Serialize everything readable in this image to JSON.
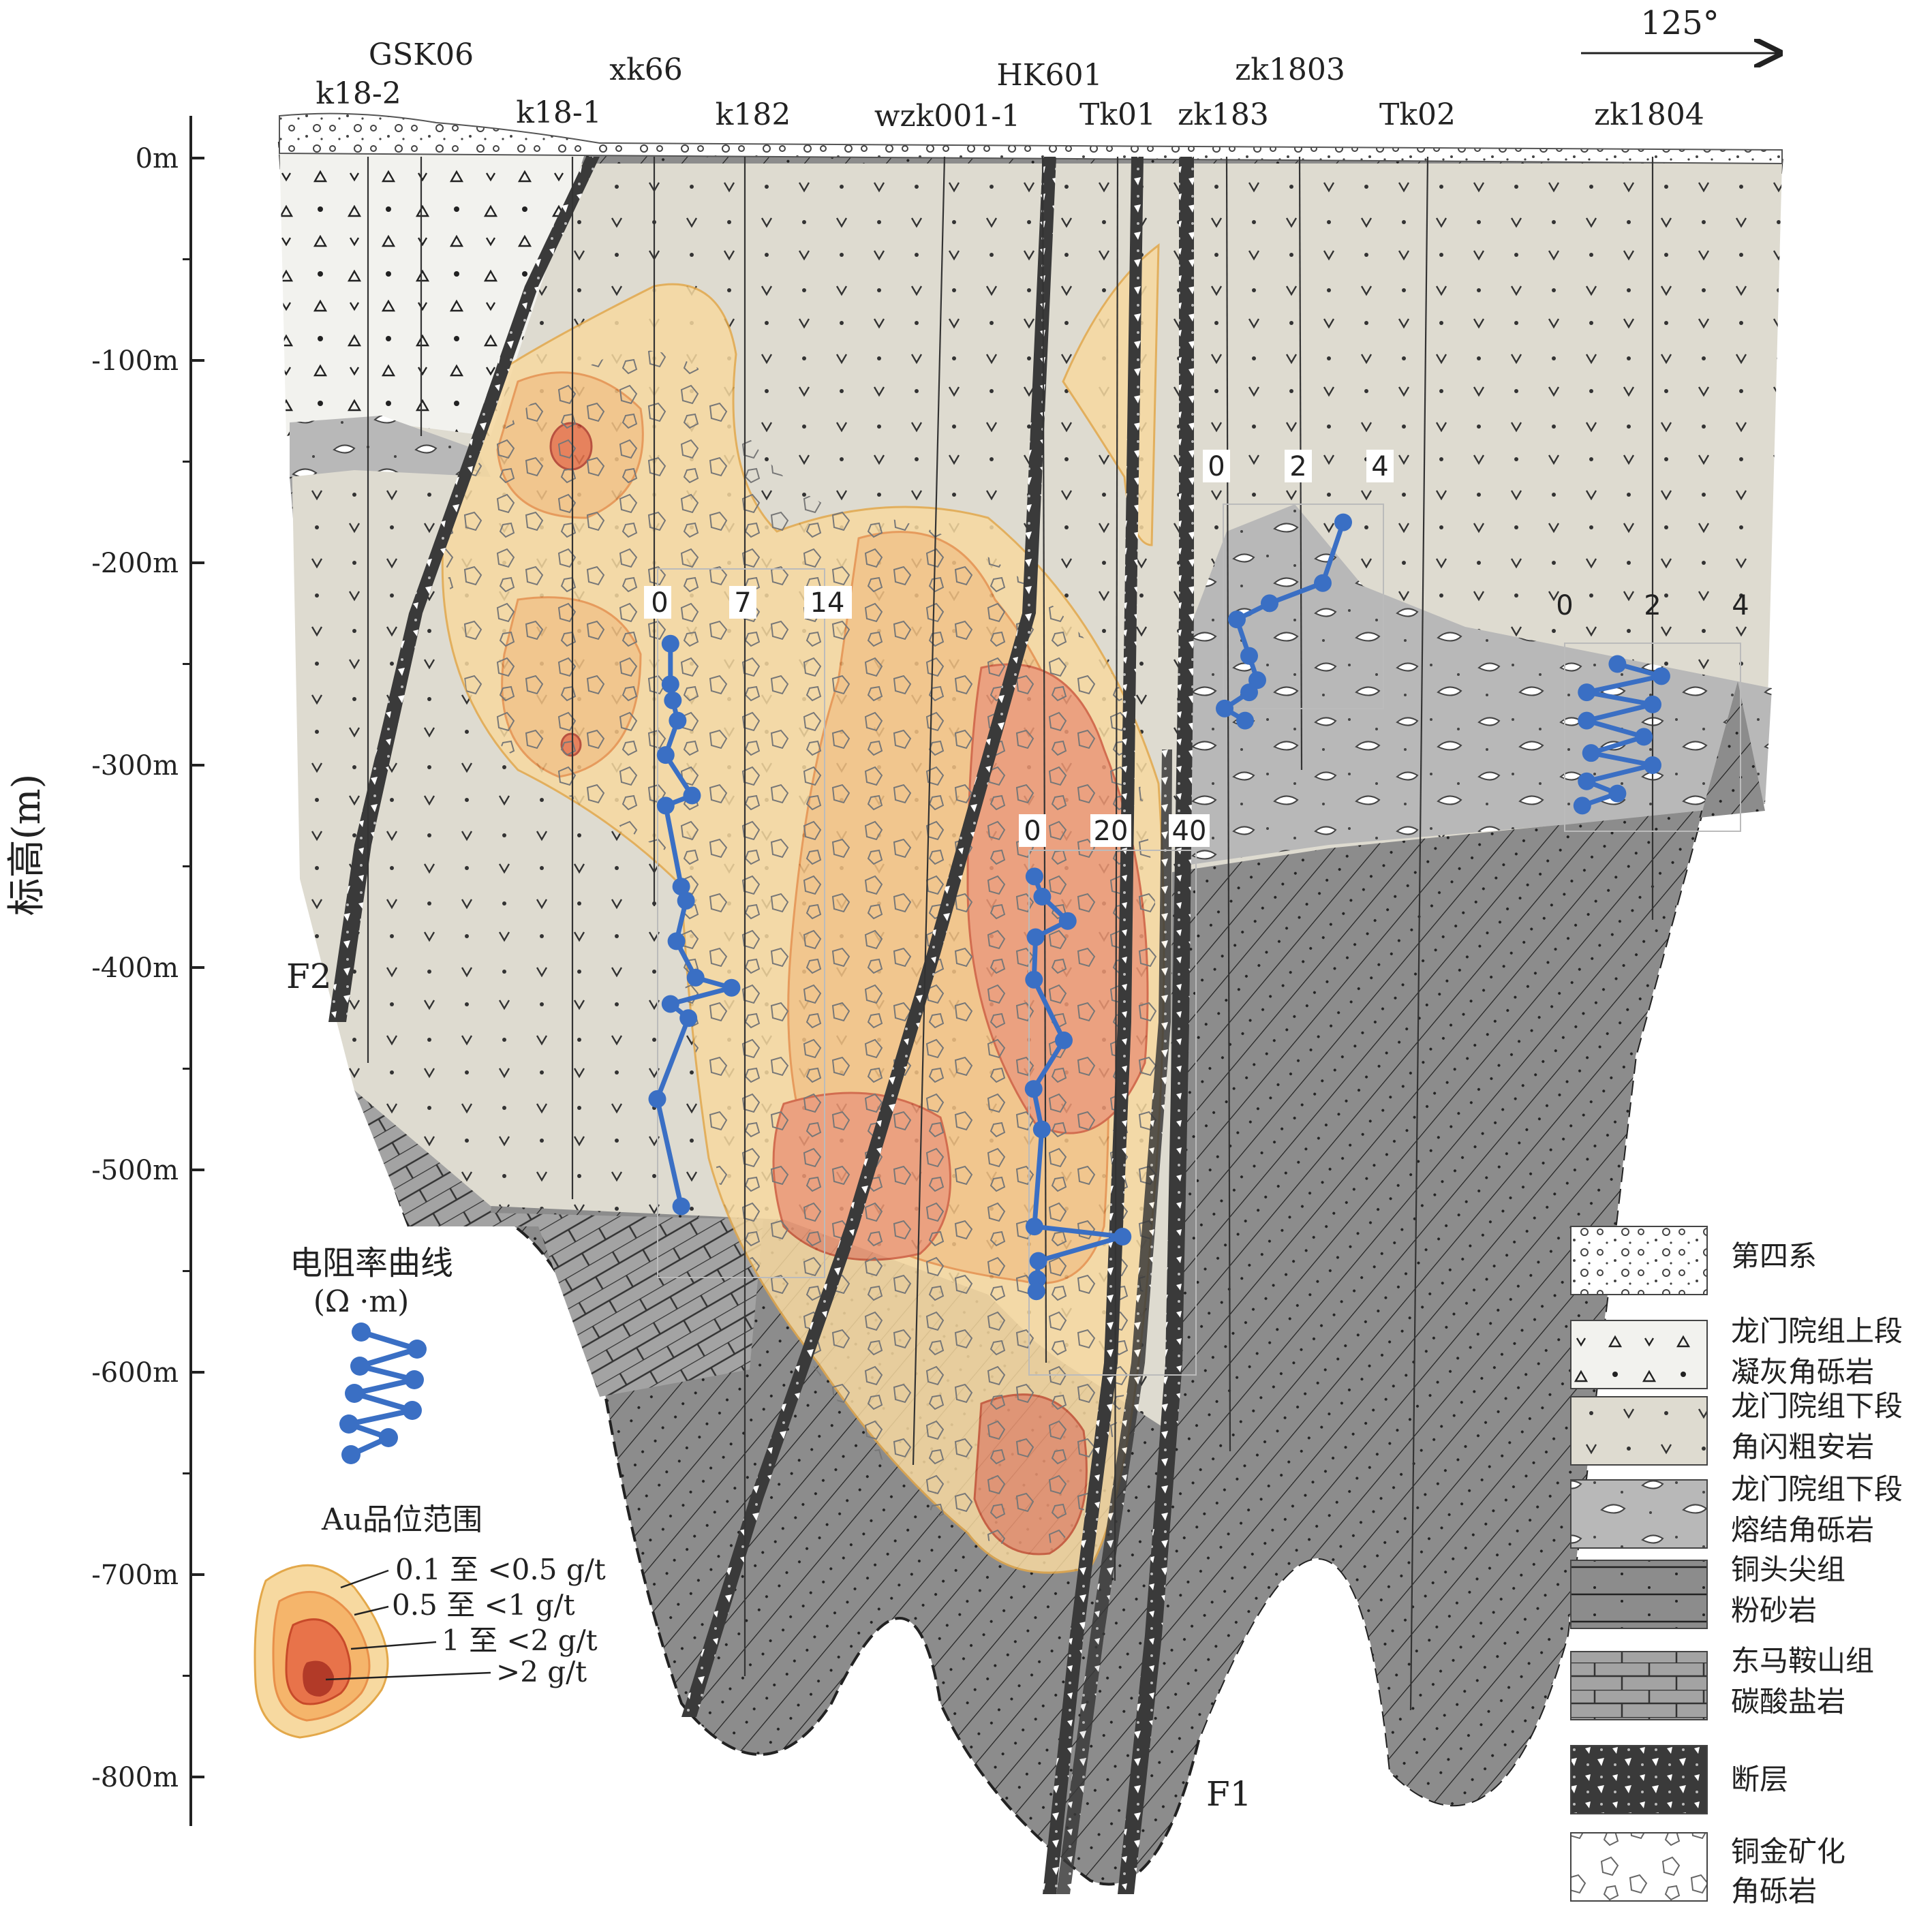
{
  "orientation": {
    "label": "125°"
  },
  "y_axis": {
    "title": "标高(m)",
    "ticks": [
      "0m",
      "-100m",
      "-200m",
      "-300m",
      "-400m",
      "-500m",
      "-600m",
      "-700m",
      "-800m"
    ]
  },
  "boreholes": [
    "k18-2",
    "GSK06",
    "xk66",
    "k18-1",
    "k182",
    "wzk001-1",
    "HK601",
    "Tk01",
    "zk183",
    "zk1803",
    "Tk02",
    "zk1804"
  ],
  "faults": {
    "f1": "F1",
    "f2": "F2"
  },
  "resistivity_scales": {
    "k182": [
      "0",
      "7",
      "14"
    ],
    "tk01": [
      "0",
      "20",
      "40"
    ],
    "zk1803": [
      "0",
      "2",
      "4"
    ],
    "zk1804": [
      "0",
      "2",
      "4"
    ]
  },
  "resistivity_legend": {
    "title": "电阻率曲线",
    "unit": "(Ω ·m)"
  },
  "au_legend": {
    "title": "Au品位范围",
    "grades": [
      "0.1 至 <0.5 g/t",
      "0.5 至 <1 g/t",
      "1 至 <2 g/t",
      ">2 g/t"
    ]
  },
  "legend": [
    {
      "name": "quaternary",
      "line1": "第四系",
      "line2": ""
    },
    {
      "name": "upper-tuff-breccia",
      "line1": "龙门院组上段",
      "line2": "凝灰角砾岩"
    },
    {
      "name": "lower-trachyandesite",
      "line1": "龙门院组下段",
      "line2": "角闪粗安岩"
    },
    {
      "name": "lower-welded-breccia",
      "line1": "龙门院组下段",
      "line2": "熔结角砾岩"
    },
    {
      "name": "siltstone",
      "line1": "铜头尖组",
      "line2": "粉砂岩"
    },
    {
      "name": "carbonate",
      "line1": "东马鞍山组",
      "line2": "碳酸盐岩"
    },
    {
      "name": "fault",
      "line1": "断层",
      "line2": ""
    },
    {
      "name": "mineralized-breccia",
      "line1": "铜金矿化",
      "line2": "角砾岩"
    }
  ],
  "colors": {
    "grade_1": "#f7d9a0",
    "grade_2": "#f5b56b",
    "grade_3": "#e8734a",
    "grade_4": "#b23a28",
    "curve": "#3a6fc4",
    "siltstone": "#8a8a8a",
    "trachyandesite": "#dedbd0"
  },
  "resistivity_curves": {
    "k182": {
      "range": [
        0,
        14
      ],
      "points": [
        [
          0.9,
          -240
        ],
        [
          0.9,
          -260
        ],
        [
          1.1,
          -268
        ],
        [
          1.5,
          -278
        ],
        [
          0.5,
          -295
        ],
        [
          2.7,
          -315
        ],
        [
          0.5,
          -320
        ],
        [
          1.8,
          -360
        ],
        [
          2.2,
          -367
        ],
        [
          1.4,
          -387
        ],
        [
          3.0,
          -405
        ],
        [
          6.0,
          -410
        ],
        [
          0.9,
          -418
        ],
        [
          2.4,
          -425
        ],
        [
          -0.2,
          -465
        ],
        [
          1.8,
          -518
        ]
      ]
    },
    "tk01": {
      "range": [
        0,
        40
      ],
      "points": [
        [
          0.5,
          -355
        ],
        [
          2.5,
          -365
        ],
        [
          9,
          -377
        ],
        [
          0.8,
          -385
        ],
        [
          0.4,
          -406
        ],
        [
          8,
          -436
        ],
        [
          0.3,
          -460
        ],
        [
          2.4,
          -480
        ],
        [
          0.5,
          -528
        ],
        [
          23,
          -533
        ],
        [
          1.5,
          -545
        ],
        [
          1.2,
          -554
        ],
        [
          1,
          -560
        ]
      ]
    },
    "zk1803": {
      "range": [
        0,
        4
      ],
      "points": [
        [
          3.1,
          -180
        ],
        [
          2.6,
          -210
        ],
        [
          1.3,
          -220
        ],
        [
          0.5,
          -228
        ],
        [
          0.8,
          -246
        ],
        [
          1.0,
          -258
        ],
        [
          0.8,
          -264
        ],
        [
          0.2,
          -272
        ],
        [
          0.7,
          -278
        ]
      ]
    },
    "zk1804": {
      "range": [
        0,
        4
      ],
      "points": [
        [
          1.2,
          -250
        ],
        [
          2.2,
          -256
        ],
        [
          0.5,
          -264
        ],
        [
          2.0,
          -270
        ],
        [
          0.5,
          -278
        ],
        [
          1.8,
          -286
        ],
        [
          0.6,
          -294
        ],
        [
          2.0,
          -300
        ],
        [
          0.5,
          -308
        ],
        [
          1.2,
          -314
        ],
        [
          0.4,
          -320
        ]
      ]
    }
  }
}
